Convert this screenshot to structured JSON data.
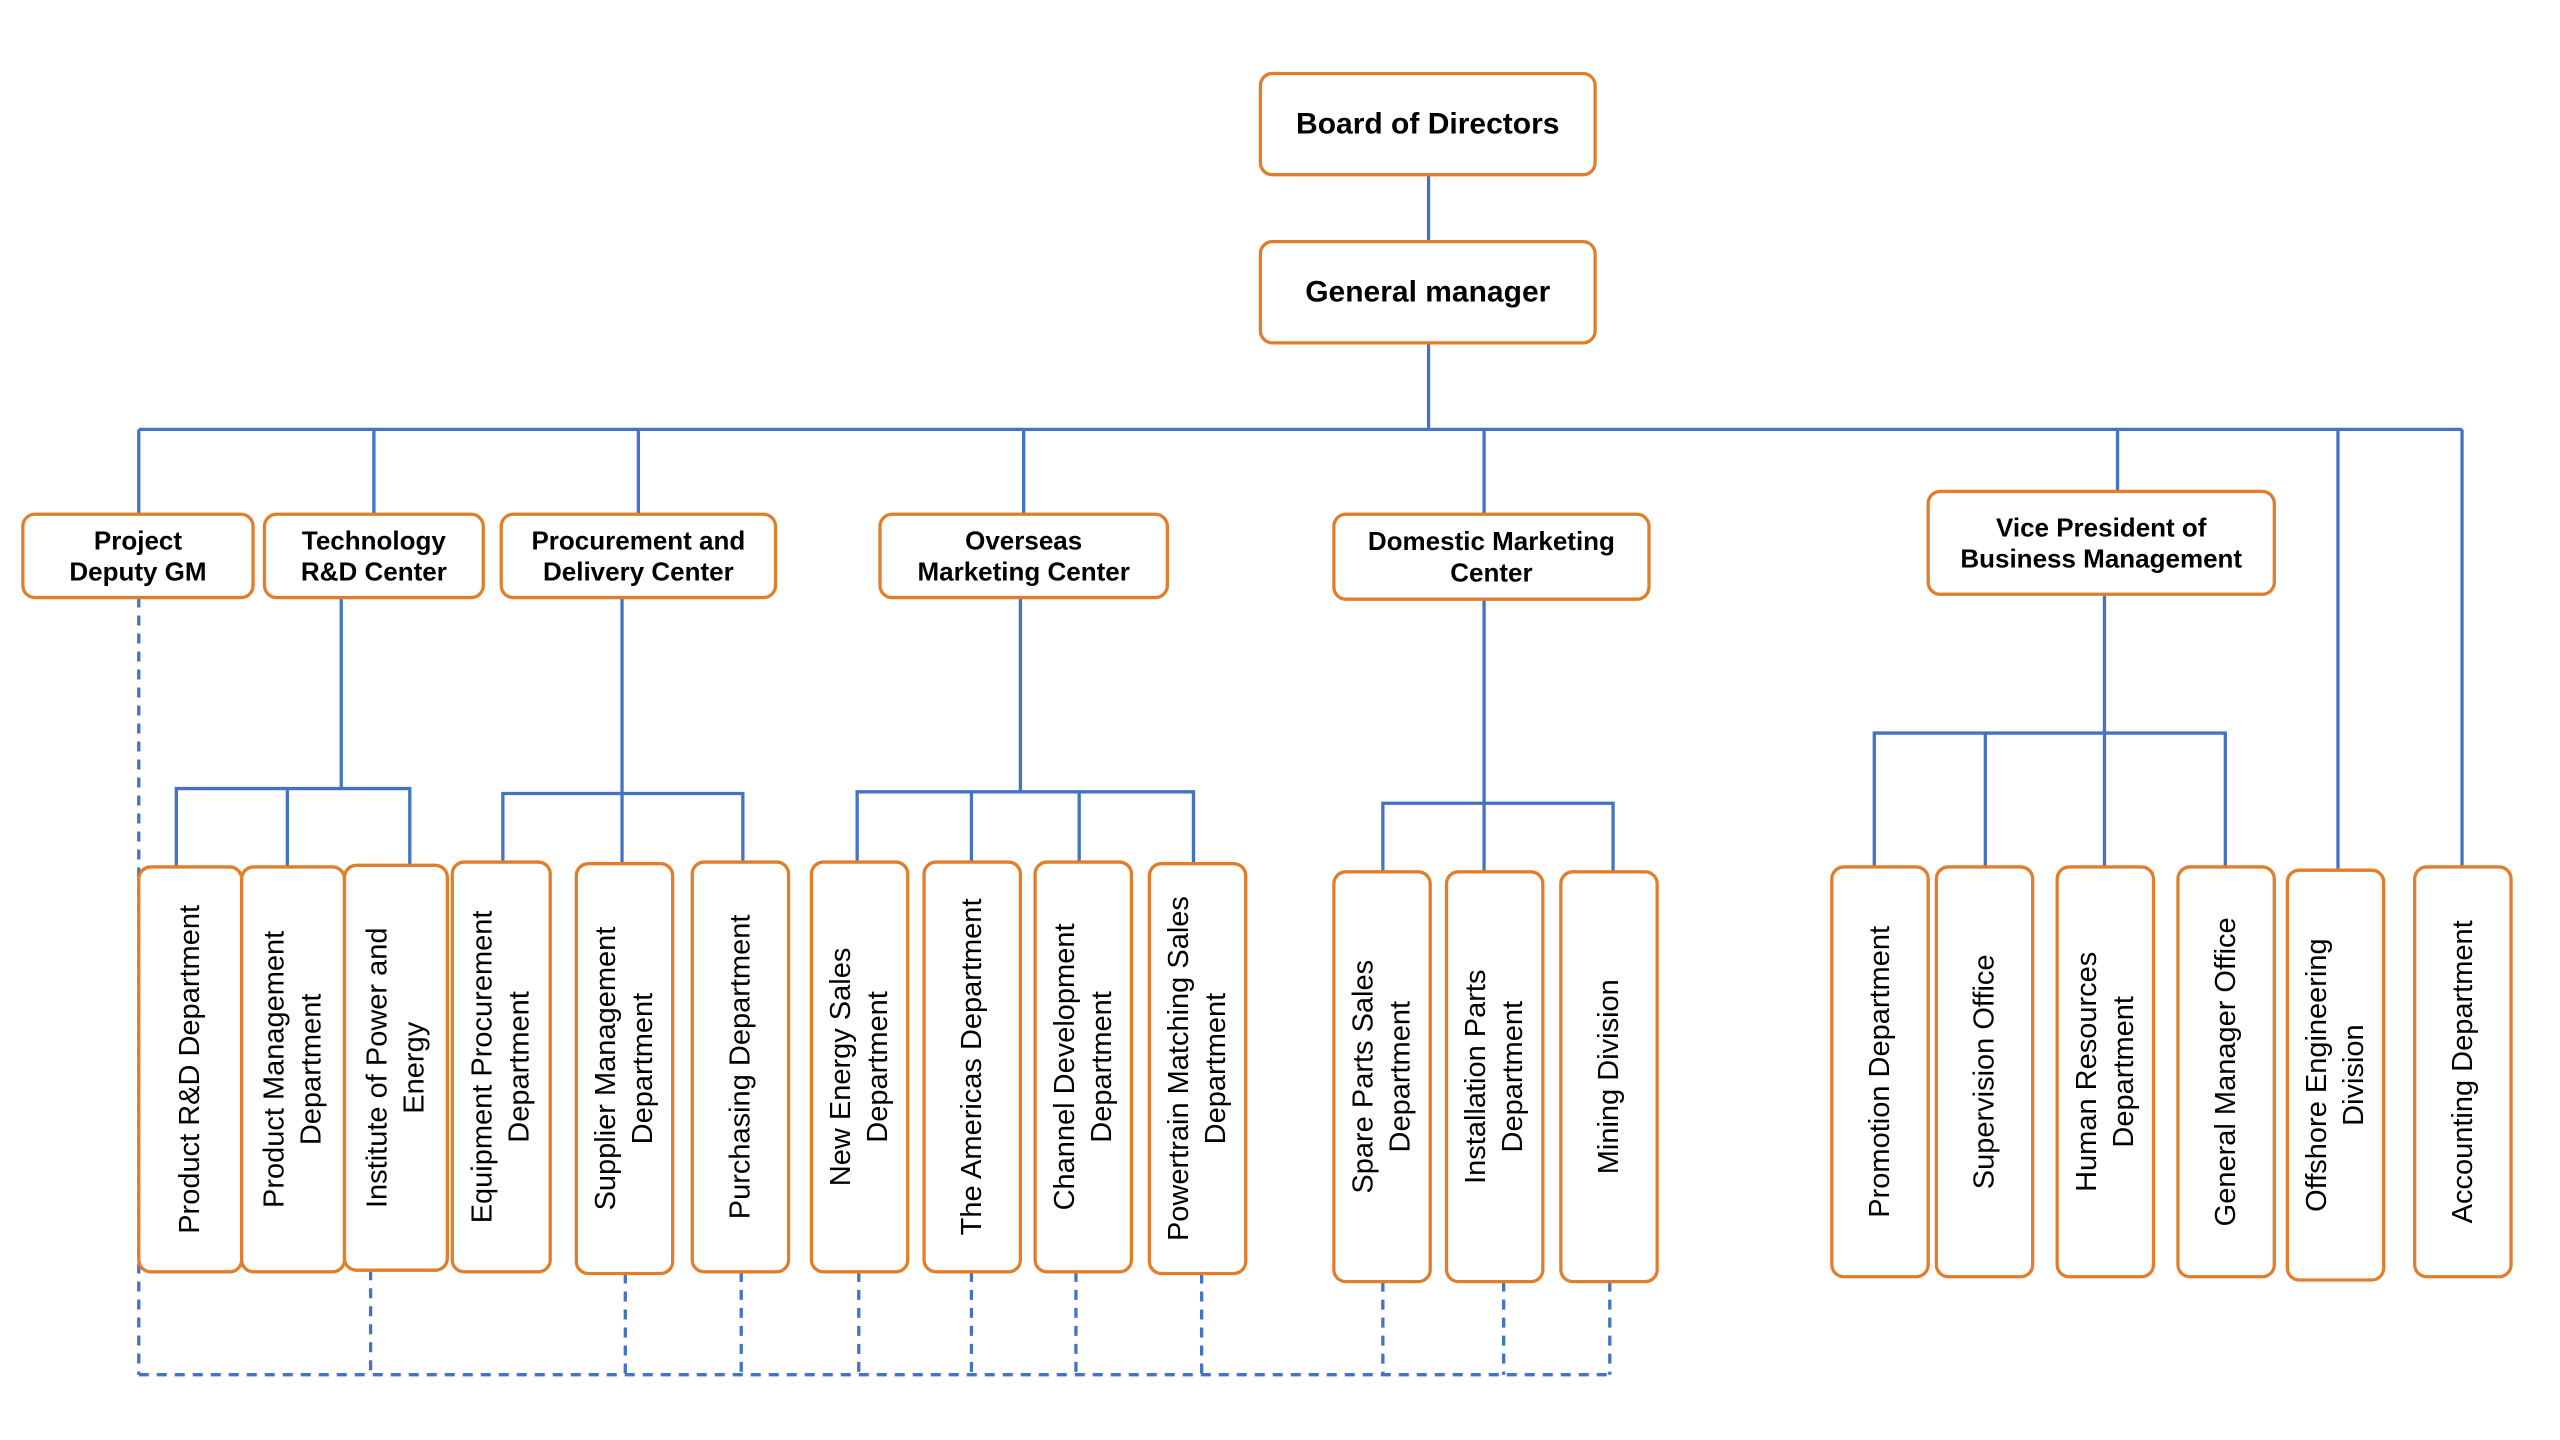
{
  "colors": {
    "box_border": "#E07E2B",
    "connector": "#4472C4",
    "text": "#000000",
    "background": "#FFFFFF"
  },
  "top": [
    {
      "key": "board",
      "lines": [
        "Board of Directors"
      ]
    },
    {
      "key": "gm",
      "lines": [
        "General manager"
      ]
    }
  ],
  "units": [
    {
      "key": "pdgm",
      "lines": [
        "Project",
        "Deputy GM"
      ]
    },
    {
      "key": "tech",
      "lines": [
        "Technology",
        "R&D Center"
      ]
    },
    {
      "key": "proc",
      "lines": [
        "Procurement and",
        "Delivery Center"
      ]
    },
    {
      "key": "overseas",
      "lines": [
        "Overseas",
        "Marketing Center"
      ]
    },
    {
      "key": "domestic",
      "lines": [
        "Domestic Marketing",
        "Center"
      ]
    },
    {
      "key": "vp",
      "lines": [
        "Vice President of",
        "Business Management"
      ]
    }
  ],
  "departments": [
    {
      "key": "prd",
      "parent": "tech",
      "lines": [
        "Product R&D Department"
      ]
    },
    {
      "key": "pmd",
      "parent": "tech",
      "lines": [
        "Product Management",
        "Department"
      ]
    },
    {
      "key": "ipe",
      "parent": "tech",
      "lines": [
        "Institute of Power and",
        "Energy"
      ]
    },
    {
      "key": "epd",
      "parent": "proc",
      "lines": [
        "Equipment Procurement",
        "Department"
      ]
    },
    {
      "key": "smd",
      "parent": "proc",
      "lines": [
        "Supplier Management",
        "Department"
      ]
    },
    {
      "key": "pud",
      "parent": "proc",
      "lines": [
        "Purchasing Department"
      ]
    },
    {
      "key": "nes",
      "parent": "overseas",
      "lines": [
        "New Energy Sales",
        "Department"
      ]
    },
    {
      "key": "tad",
      "parent": "overseas",
      "lines": [
        "The Americas Department"
      ]
    },
    {
      "key": "cdd",
      "parent": "overseas",
      "lines": [
        "Channel Development",
        "Department"
      ]
    },
    {
      "key": "pms",
      "parent": "overseas",
      "lines": [
        "Powertrain Matching Sales",
        "Department"
      ]
    },
    {
      "key": "sps",
      "parent": "domestic",
      "lines": [
        "Spare Parts Sales",
        "Department"
      ]
    },
    {
      "key": "ipd",
      "parent": "domestic",
      "lines": [
        "Installation Parts",
        "Department"
      ]
    },
    {
      "key": "mid",
      "parent": "domestic",
      "lines": [
        "Mining Division"
      ]
    },
    {
      "key": "prm",
      "parent": "vp",
      "lines": [
        "Promotion Department"
      ]
    },
    {
      "key": "svo",
      "parent": "vp",
      "lines": [
        "Supervision Office"
      ]
    },
    {
      "key": "hrd",
      "parent": "vp",
      "lines": [
        "Human Resources",
        "Department"
      ]
    },
    {
      "key": "gmo",
      "parent": "vp",
      "lines": [
        "General Manager Office"
      ]
    },
    {
      "key": "oed",
      "parent": "gm",
      "lines": [
        "Offshore Engineering",
        "Division"
      ]
    },
    {
      "key": "acd",
      "parent": "gm",
      "lines": [
        "Accounting Department"
      ]
    }
  ]
}
